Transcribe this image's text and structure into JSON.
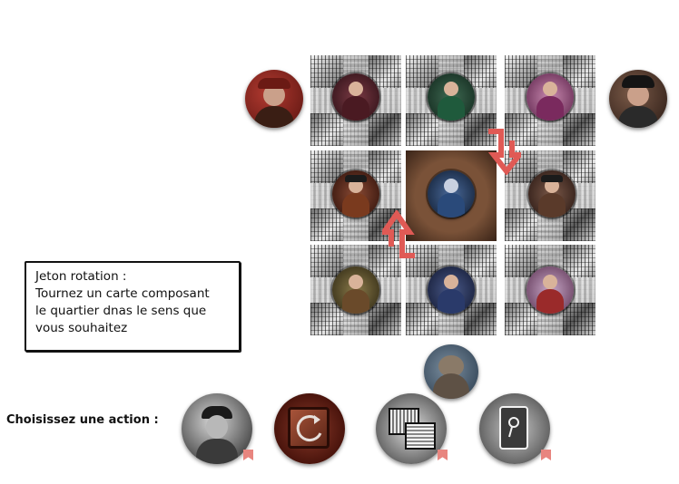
{
  "info": {
    "title": "Jeton rotation :",
    "line1": "Tournez un carte composant",
    "line2": "le quartier dnas le sens que",
    "line3": "vous souhaitez"
  },
  "actions": {
    "prompt": "Choisissez une action :",
    "items": [
      {
        "name": "alibi-card"
      },
      {
        "name": "rotation-token"
      },
      {
        "name": "exchange-token"
      },
      {
        "name": "joker-token"
      }
    ]
  },
  "detectives": [
    {
      "name": "sherlock-holmes",
      "position": "left"
    },
    {
      "name": "john-watson",
      "position": "right"
    },
    {
      "name": "toby-dog",
      "position": "bottom"
    }
  ],
  "district": {
    "rows": 3,
    "cols": 3,
    "center_tile": "central-district",
    "highlight_color": "#e05a55"
  },
  "colors": {
    "arrow": "#e05a55",
    "flag": "#e8857f",
    "box_border": "#111111"
  }
}
